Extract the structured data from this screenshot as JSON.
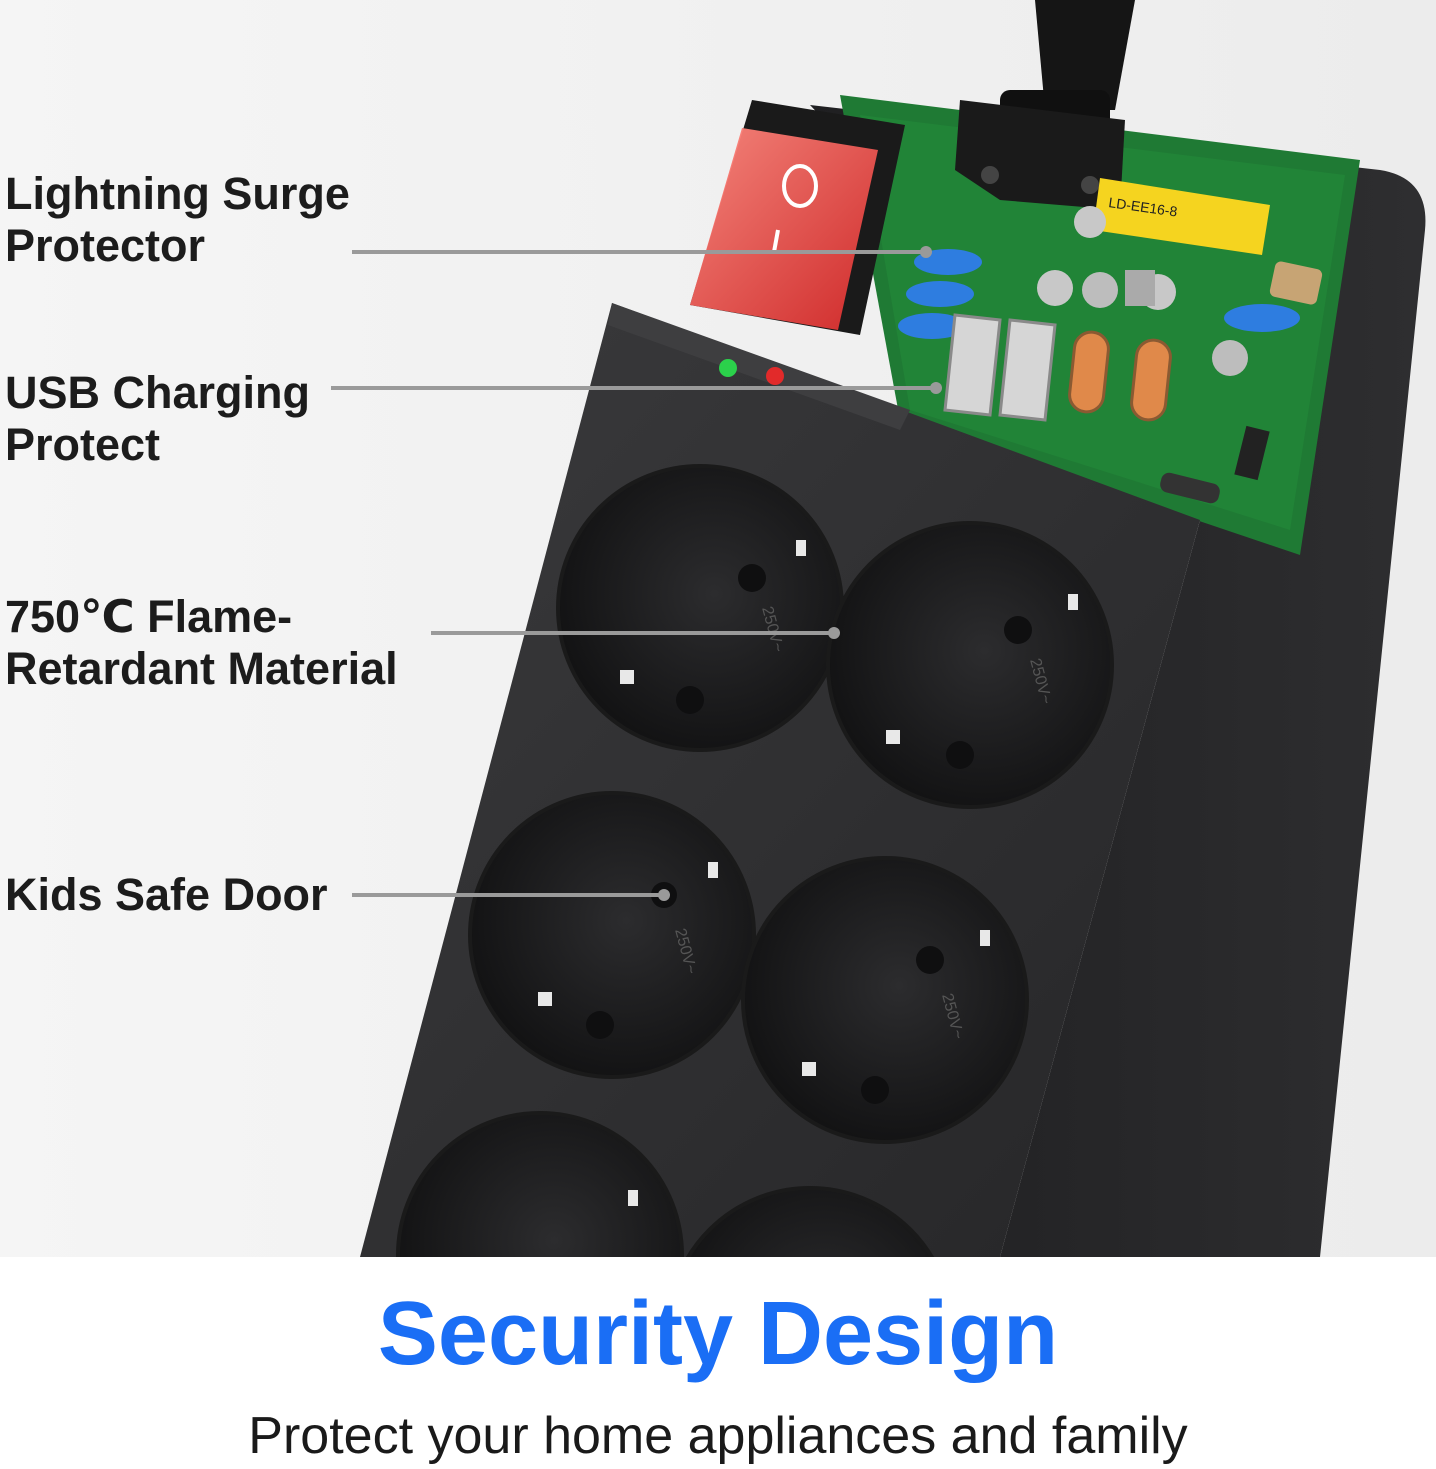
{
  "callouts": [
    {
      "lines": [
        "Lightning Surge",
        "Protector"
      ]
    },
    {
      "lines": [
        "USB Charging",
        "Protect"
      ]
    },
    {
      "lines": [
        "750℃ Flame-",
        "Retardant Material"
      ]
    },
    {
      "lines": [
        "Kids Safe Door"
      ]
    }
  ],
  "pcb": {
    "component_label": "LD-EE16-8",
    "socket_rating": "250V~"
  },
  "headline": {
    "text": "Security Design",
    "color": "#1a6ef5"
  },
  "subline": {
    "text": "Protect your home appliances and family"
  },
  "colors": {
    "housing": "#2c2c2e",
    "pcb": "#1f7a34",
    "switch": "#e64545",
    "led_green": "#2bd14b",
    "led_red": "#e22a2a",
    "callout_line": "#9a9a9a"
  }
}
